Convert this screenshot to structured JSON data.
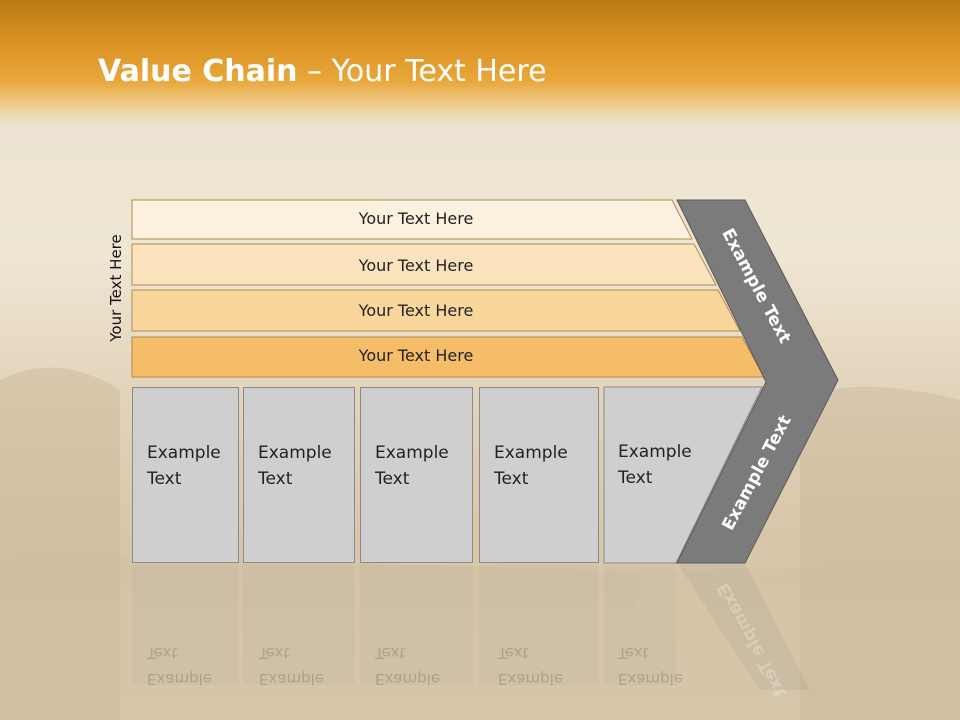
{
  "title": {
    "bold": "Value Chain",
    "rest": " – Your Text Here"
  },
  "vertical_label": "Your Text Here",
  "bars": [
    {
      "label": "Your Text Here",
      "color": "#fdf1df"
    },
    {
      "label": "Your Text Here",
      "color": "#fbe3bd"
    },
    {
      "label": "Your Text Here",
      "color": "#f9d79c"
    },
    {
      "label": "Your Text Here",
      "color": "#f5bd68"
    }
  ],
  "boxes": [
    {
      "line1": "Example",
      "line2": "Text"
    },
    {
      "line1": "Example",
      "line2": "Text"
    },
    {
      "line1": "Example",
      "line2": "Text"
    },
    {
      "line1": "Example",
      "line2": "Text"
    },
    {
      "line1": "Example",
      "line2": "Text"
    }
  ],
  "chevron": {
    "upper": "Example Text",
    "lower": "Example Text",
    "color": "#7b7b7b"
  }
}
